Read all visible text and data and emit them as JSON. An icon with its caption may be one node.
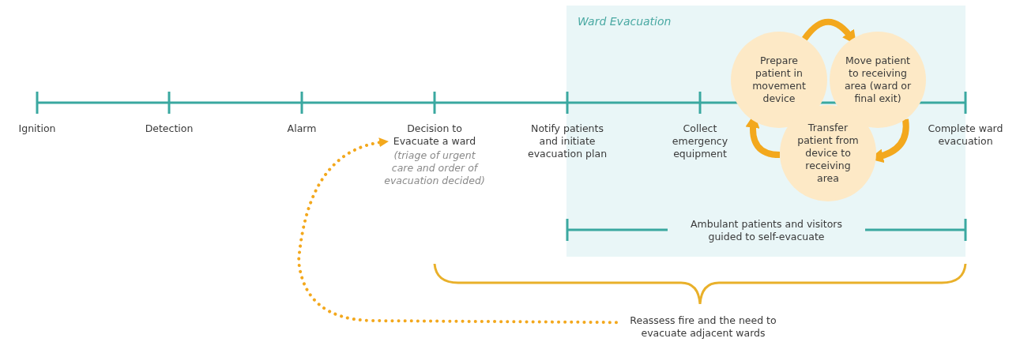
{
  "diagram": {
    "nodes": [
      {
        "text": [
          "Ward Evacuation"
        ]
      },
      {
        "text": [
          "Ignition"
        ]
      },
      {
        "text": [
          "Detection"
        ]
      },
      {
        "text": [
          "Alarm"
        ]
      },
      {
        "text": [
          "Decision to Evacuate a ward",
          "(triage of urgent care and order of evacuation decided)"
        ]
      },
      {
        "text": [
          "Notify patients and initiate evacuation plan"
        ]
      },
      {
        "text": [
          "Collect emergency equipment"
        ],
        "in": 0
      },
      {
        "text": [
          "Prepare patient in movement device"
        ],
        "in": 0
      },
      {
        "text": [
          "Move patient to receiving area (ward or final exit)"
        ],
        "in": 0
      },
      {
        "text": [
          "Transfer patient from device to receiving area"
        ],
        "in": 0
      },
      {
        "text": [
          "Complete ward evacuation"
        ]
      },
      {
        "text": [
          "Ambulant patients and visitors guided to self-evacuate"
        ],
        "in": 0
      },
      {
        "text": [
          "Reassess fire and the need to evacuate adjacent wards"
        ]
      }
    ],
    "edges": [
      {
        "from": 7,
        "to": 8,
        "arrow": "to"
      },
      {
        "from": 8,
        "to": 9,
        "arrow": "to"
      },
      {
        "from": 9,
        "to": 7,
        "arrow": "to"
      },
      {
        "from": 12,
        "to": 4,
        "arrow": "to",
        "style": "dashed"
      }
    ]
  }
}
